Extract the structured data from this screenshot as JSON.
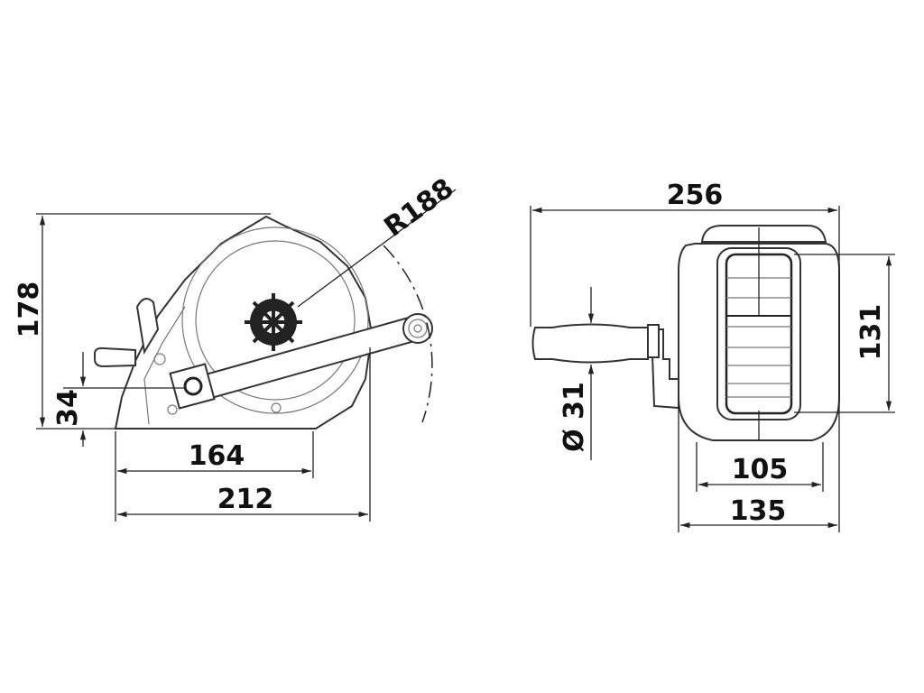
{
  "drawing": {
    "side_view": {
      "height_label": "178",
      "base_offset_label": "34",
      "base_length_label": "164",
      "total_length_label": "212",
      "handle_radius_label": "R188"
    },
    "front_view": {
      "total_width_label": "256",
      "drum_height_label": "131",
      "handle_diameter_label": "Ø 31",
      "inner_width_label": "105",
      "body_width_label": "135"
    }
  }
}
